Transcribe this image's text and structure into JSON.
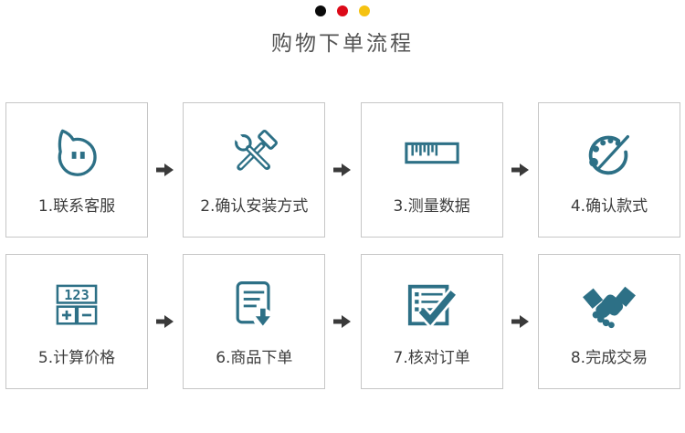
{
  "title": "购物下单流程",
  "decor_dots": [
    {
      "name": "black-dot",
      "color": "#0a0a0a"
    },
    {
      "name": "red-dot",
      "color": "#dc0a18"
    },
    {
      "name": "yellow-dot",
      "color": "#f5c211"
    }
  ],
  "colors": {
    "icon_teal": "#2d7086",
    "box_border": "#c6c6c6",
    "label_text": "#3d3d3d",
    "title_text": "#545454",
    "arrow": "#3a3a3a"
  },
  "arrow_icon": "right-arrow-icon",
  "steps": [
    {
      "label": "1.联系客服",
      "icon": "chat-bubble-icon"
    },
    {
      "label": "2.确认安装方式",
      "icon": "tools-icon"
    },
    {
      "label": "3.测量数据",
      "icon": "ruler-icon"
    },
    {
      "label": "4.确认款式",
      "icon": "palette-icon"
    },
    {
      "label": "5.计算价格",
      "icon": "calculator-icon"
    },
    {
      "label": "6.商品下单",
      "icon": "order-document-icon"
    },
    {
      "label": "7.核对订单",
      "icon": "checklist-icon"
    },
    {
      "label": "8.完成交易",
      "icon": "handshake-icon"
    }
  ],
  "calculator_digits": "123"
}
